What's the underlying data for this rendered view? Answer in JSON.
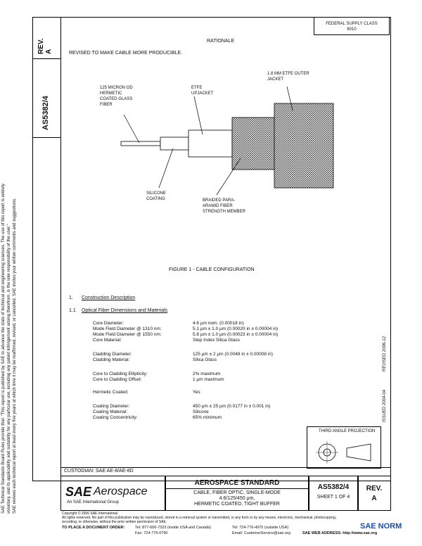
{
  "header": {
    "federal_class": "FEDERAL SUPPLY CLASS\n6010",
    "rev_label": "REV.\nA",
    "doc_number": "AS5382/4",
    "rationale_title": "RATIONALE",
    "rationale_text": "REVISED TO MAKE CABLE MORE PRODUCIBLE."
  },
  "side_notes": {
    "line1": "SAE Technical Standards Board Rules provide that: \"This report is published by SAE to advance the state of technical and engineering sciences. The use of this report is entirely",
    "line2": "voluntary, and its applicability and suitability for any particular use, including any patent infringement arising therefrom, is the sole responsibility of the user.\"",
    "line3": "SAE reviews each technical report at least every five years at which time it may be reaffirmed, revised, or cancelled. SAE invites your written comments and suggestions."
  },
  "right_stamps": {
    "issued": "ISSUED 2004-04",
    "revised": "REVISED 2006-12"
  },
  "figure": {
    "label_fiber": "125 MICRON OD\nHERMETIC\nCOATED GLASS\nFIBER",
    "label_jacket": "ETFE\nUPJACKET",
    "label_outer": "1.8 MM ETFE OUTER\nJACKET",
    "label_silicone": "SILICONE\nCOATING",
    "label_braid": "BRAIDED PARA-\nARAMID FIBER\nSTRENGTH MEMBER",
    "caption": "FIGURE 1 - CABLE CONFIGURATION"
  },
  "sections": {
    "s1_num": "1.",
    "s1_title": "Construction Description",
    "s11_num": "1.1",
    "s11_title": "Optical Fiber Dimensions and Materials"
  },
  "specs": [
    {
      "label": "Core Diameter:",
      "value": "4.6 µm nom. (0.00018 in)"
    },
    {
      "label": "Mode Field Diameter @ 1310 nm:",
      "value": "5.1 µm ± 1.0 µm (0.00020 in ± 0.00004 in)"
    },
    {
      "label": "Mode Field Diameter @ 1550 nm:",
      "value": "5.8 µm ± 1.0 µm (0.00023 in ± 0.00004 in)"
    },
    {
      "label": "Core Material:",
      "value": "Step Index Silica Glass"
    },
    {
      "label": "Cladding Diameter:",
      "value": "125 µm ± 2 µm (0.0049 in ± 0.00008 in)"
    },
    {
      "label": "Cladding Material:",
      "value": "Silica Glass"
    },
    {
      "label": "Core to Cladding Ellipticity:",
      "value": "2% maximum"
    },
    {
      "label": "Core to Cladding Offset:",
      "value": "1 µm maximum"
    },
    {
      "label": "Hermetic Coated:",
      "value": "Yes"
    },
    {
      "label": "Coating Diameter:",
      "value": "450 µm ± 25 µm (0.0177 in ± 0.001 in)"
    },
    {
      "label": "Coating Material:",
      "value": "Silicone"
    },
    {
      "label": "Coating Concentricity:",
      "value": "65% minimum"
    }
  ],
  "projection": {
    "title": "THIRD ANGLE PROJECTION"
  },
  "title_block": {
    "custodian": "CUSTODIAN: SAE AE-8/AE-8D",
    "logo_sae": "SAE",
    "logo_aero": "Aerospace",
    "logo_sub": "An SAE International Group",
    "std_title": "AEROSPACE STANDARD",
    "desc1": "CABLE, FIBER OPTIC, SINGLE-MODE",
    "desc2": "4.6/125/450 µm,",
    "desc3": "HERMETIC COATED, TIGHT BUFFER",
    "doc_number": "AS5382/4",
    "sheet": "SHEET 1 OF 4",
    "rev_label": "REV.",
    "rev_value": "A"
  },
  "footer": {
    "copyright": "Copyright © 2006 SAE International",
    "rights": "All rights reserved. No part of this publication may be reproduced, stored in a retrieval system or transmitted, in any form or by any means, electronic, mechanical, photocopying,",
    "rights2": "recording, or otherwise, without the prior written permission of SAE.",
    "order_label": "TO PLACE A DOCUMENT ORDER:",
    "tel1": "Tel: 877-606-7323 (inside USA and Canada)",
    "tel2": "Tel: 724-776-4970 (outside USA)",
    "fax": "Fax: 724-776-0790",
    "email": "Email: CustomerService@sae.org",
    "web": "SAE WEB ADDRESS: http://www.sae.org",
    "watermark": "SAE NORM"
  }
}
